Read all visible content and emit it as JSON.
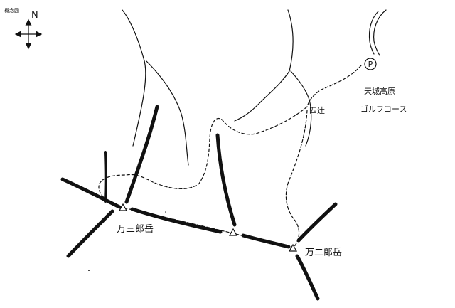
{
  "map": {
    "title": "概念図",
    "compass_label": "N",
    "parking_symbol": "P",
    "labels": {
      "junction": "四辻",
      "golf_line1": "天城高原",
      "golf_line2": "ゴルフコース",
      "peak_west": "万三郎岳",
      "peak_east": "万二郎岳"
    },
    "icons": [
      "compass-icon",
      "parking-icon",
      "summit-triangle-icon"
    ],
    "colors": {
      "ink": "#111111",
      "background": "#ffffff"
    }
  }
}
